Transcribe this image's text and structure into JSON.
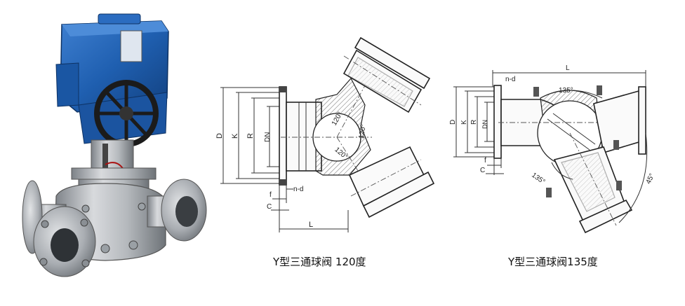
{
  "captions": {
    "y120": "Y型三通球阀 120度",
    "y135": "Y型三通球阀135度"
  },
  "labels_120": {
    "D": "D",
    "K": "K",
    "R": "R",
    "DN": "DN",
    "f": "f",
    "C": "C",
    "nd": "n-d",
    "L": "L",
    "angle1": "120°",
    "angle2": "120°",
    "angle3": "120°"
  },
  "labels_135": {
    "D": "D",
    "K": "K",
    "R": "R",
    "DN": "DN",
    "f": "f",
    "C": "C",
    "nd": "n-d",
    "L": "L",
    "angle_top": "135°",
    "angle_bottom": "135°",
    "angle_side": "45°"
  },
  "colors": {
    "actuator_blue": "#1f5fb0",
    "steel": "#b8bcc0",
    "line": "#222222"
  }
}
